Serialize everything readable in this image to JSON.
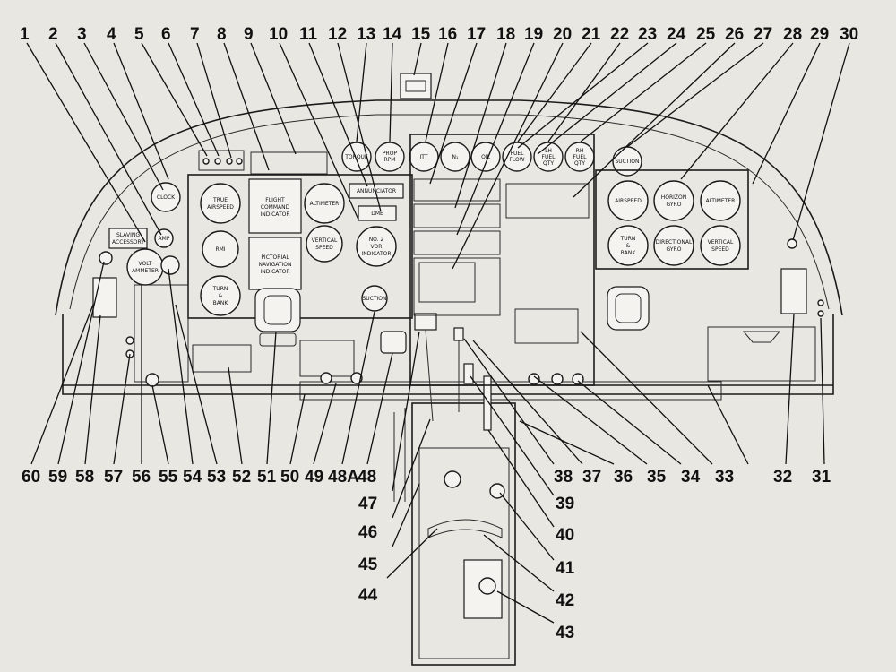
{
  "gauges": {
    "clock": "CLOCK",
    "amp": "AMP",
    "volt_ammeter": [
      "VOLT",
      "AMMETER"
    ],
    "slaving_accessory": [
      "SLAVING",
      "ACCESSORY"
    ],
    "true_airspeed": [
      "TRUE",
      "AIRSPEED"
    ],
    "flight_command": [
      "FLIGHT",
      "COMMAND",
      "INDICATOR"
    ],
    "altimeter_left": "ALTIMETER",
    "rmi": "RMI",
    "pictorial_nav": [
      "PICTORIAL",
      "NAVIGATION",
      "INDICATOR"
    ],
    "vertical_speed_left": [
      "VERTICAL",
      "SPEED"
    ],
    "vor2": [
      "NO. 2",
      "VOR",
      "INDICATOR"
    ],
    "turn_bank_left": [
      "TURN",
      "&",
      "BANK"
    ],
    "annunciator": "ANNUNCIATOR",
    "dme": "DME",
    "suction_left": "SUCTION",
    "torque": "TORQUE",
    "prop_rpm": [
      "PROP",
      "RPM"
    ],
    "itt": "ITT",
    "n1": "N₁",
    "oil": "OIL",
    "fuel_flow": [
      "FUEL",
      "FLOW"
    ],
    "lh_fuel_qty": [
      "LH",
      "FUEL",
      "QTY"
    ],
    "rh_fuel_qty": [
      "RH",
      "FUEL",
      "QTY"
    ],
    "suction_right": "SUCTION",
    "airspeed_right": "AIRSPEED",
    "horizon_gyro": [
      "HORIZON",
      "GYRO"
    ],
    "altimeter_right": "ALTIMETER",
    "turn_bank_right": [
      "TURN",
      "&",
      "BANK"
    ],
    "directional_gyro": [
      "DIRECTIONAL",
      "GYRO"
    ],
    "vertical_speed_right": [
      "VERTICAL",
      "SPEED"
    ]
  },
  "callouts_top": [
    "1",
    "2",
    "3",
    "4",
    "5",
    "6",
    "7",
    "8",
    "9",
    "10",
    "11",
    "12",
    "13",
    "14",
    "15",
    "16",
    "17",
    "18",
    "19",
    "20",
    "21",
    "22",
    "23",
    "24",
    "25",
    "26",
    "27",
    "28",
    "29",
    "30"
  ],
  "callouts_bottom": [
    "60",
    "59",
    "58",
    "57",
    "56",
    "55",
    "54",
    "53",
    "52",
    "51",
    "50",
    "49",
    "48A",
    "48",
    "38",
    "37",
    "36",
    "35",
    "34",
    "33",
    "32",
    "31"
  ],
  "callouts_lower": [
    "47",
    "46",
    "45",
    "44",
    "39",
    "40",
    "41",
    "42",
    "43"
  ]
}
